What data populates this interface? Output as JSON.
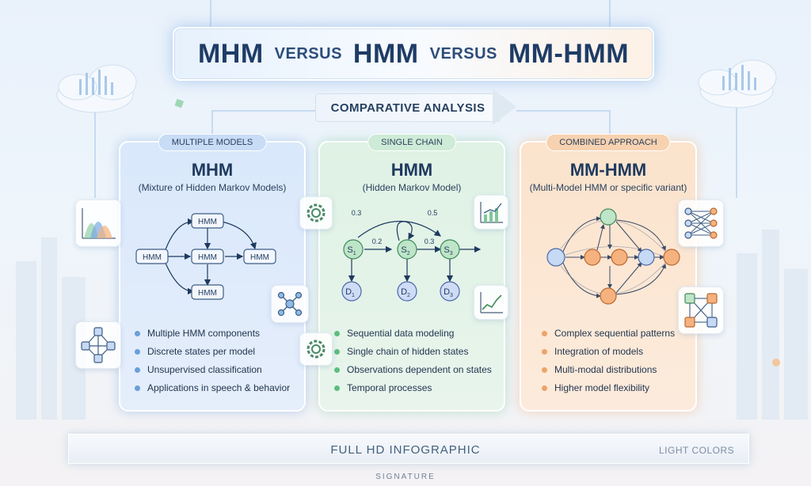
{
  "title": {
    "left": "MHM",
    "versus_1": "VERSUS",
    "middle": "HMM",
    "versus_2": "VERSUS",
    "right": "MM-HMM"
  },
  "banner": "COMPARATIVE ANALYSIS",
  "panels": {
    "mhm": {
      "tag": "MULTIPLE MODELS",
      "title": "MHM",
      "subtitle": "(Mixture of Hidden Markov Models)",
      "diagram": {
        "node_label": "HMM"
      },
      "bullets": [
        "Multiple HMM components",
        "Discrete states per model",
        "Unsupervised classification",
        "Applications in speech & behavior"
      ]
    },
    "hmm": {
      "tag": "SINGLE CHAIN",
      "title": "HMM",
      "subtitle": "(Hidden Markov Model)",
      "diagram": {
        "states": [
          "S",
          "S",
          "S"
        ],
        "state_subscripts": [
          "1",
          "2",
          "3"
        ],
        "observations": [
          "D",
          "D",
          "D"
        ],
        "observation_subscripts": [
          "1",
          "2",
          "3"
        ],
        "transition_labels": [
          "0.3",
          "0.5",
          "0.2",
          "0.3"
        ]
      },
      "bullets": [
        "Sequential data modeling",
        "Single chain of hidden states",
        "Observations dependent on states",
        "Temporal processes"
      ]
    },
    "mmhmm": {
      "tag": "COMBINED APPROACH",
      "title": "MM-HMM",
      "subtitle": "(Multi-Model HMM or specific variant)",
      "bullets": [
        "Complex sequential patterns",
        "Integration of models",
        "Multi-modal distributions",
        "Higher model flexibility"
      ]
    }
  },
  "footer": {
    "main": "FULL HD INFOGRAPHIC",
    "right": "LIGHT COLORS",
    "signature": "SIGNATURE"
  },
  "colors": {
    "mhm_accent": "#6a9fd8",
    "hmm_accent": "#5dbd80",
    "mmhmm_accent": "#eda46a",
    "title_text": "#1e3c66"
  },
  "icons": {
    "left_tiles": [
      "density-curves-icon",
      "network-graph-icon"
    ],
    "middle_tiles": [
      "gear-icon",
      "gear-icon",
      "bar-chart-icon",
      "line-chart-icon",
      "molecule-icon"
    ],
    "right_tiles": [
      "neural-network-icon",
      "flowchart-icon"
    ]
  }
}
